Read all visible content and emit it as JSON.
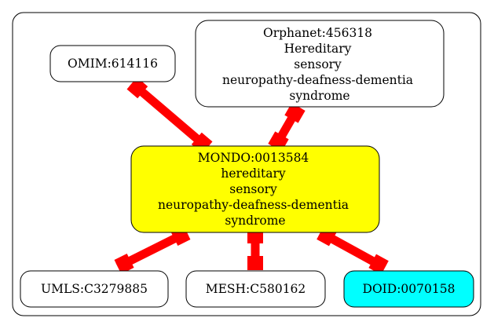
{
  "diagram": {
    "nodes": {
      "mondo": {
        "lines": [
          "MONDO:0013584",
          "hereditary",
          "sensory",
          "neuropathy-deafness-dementia",
          "syndrome"
        ],
        "fill": "#ffff00"
      },
      "omim": {
        "lines": [
          "OMIM:614116"
        ],
        "fill": "#ffffff"
      },
      "orphanet": {
        "lines": [
          "Orphanet:456318",
          "Hereditary",
          "sensory",
          "neuropathy-deafness-dementia",
          "syndrome"
        ],
        "fill": "#ffffff"
      },
      "umls": {
        "lines": [
          "UMLS:C3279885"
        ],
        "fill": "#ffffff"
      },
      "mesh": {
        "lines": [
          "MESH:C580162"
        ],
        "fill": "#ffffff"
      },
      "doid": {
        "lines": [
          "DOID:0070158"
        ],
        "fill": "#00ffff"
      }
    },
    "edges": [
      {
        "from": "omim",
        "to": "mondo"
      },
      {
        "from": "orphanet",
        "to": "mondo"
      },
      {
        "from": "mondo",
        "to": "umls"
      },
      {
        "from": "mondo",
        "to": "mesh"
      },
      {
        "from": "mondo",
        "to": "doid"
      }
    ],
    "colors": {
      "edge": "#ff0000",
      "border": "#000000",
      "background": "#ffffff"
    }
  }
}
